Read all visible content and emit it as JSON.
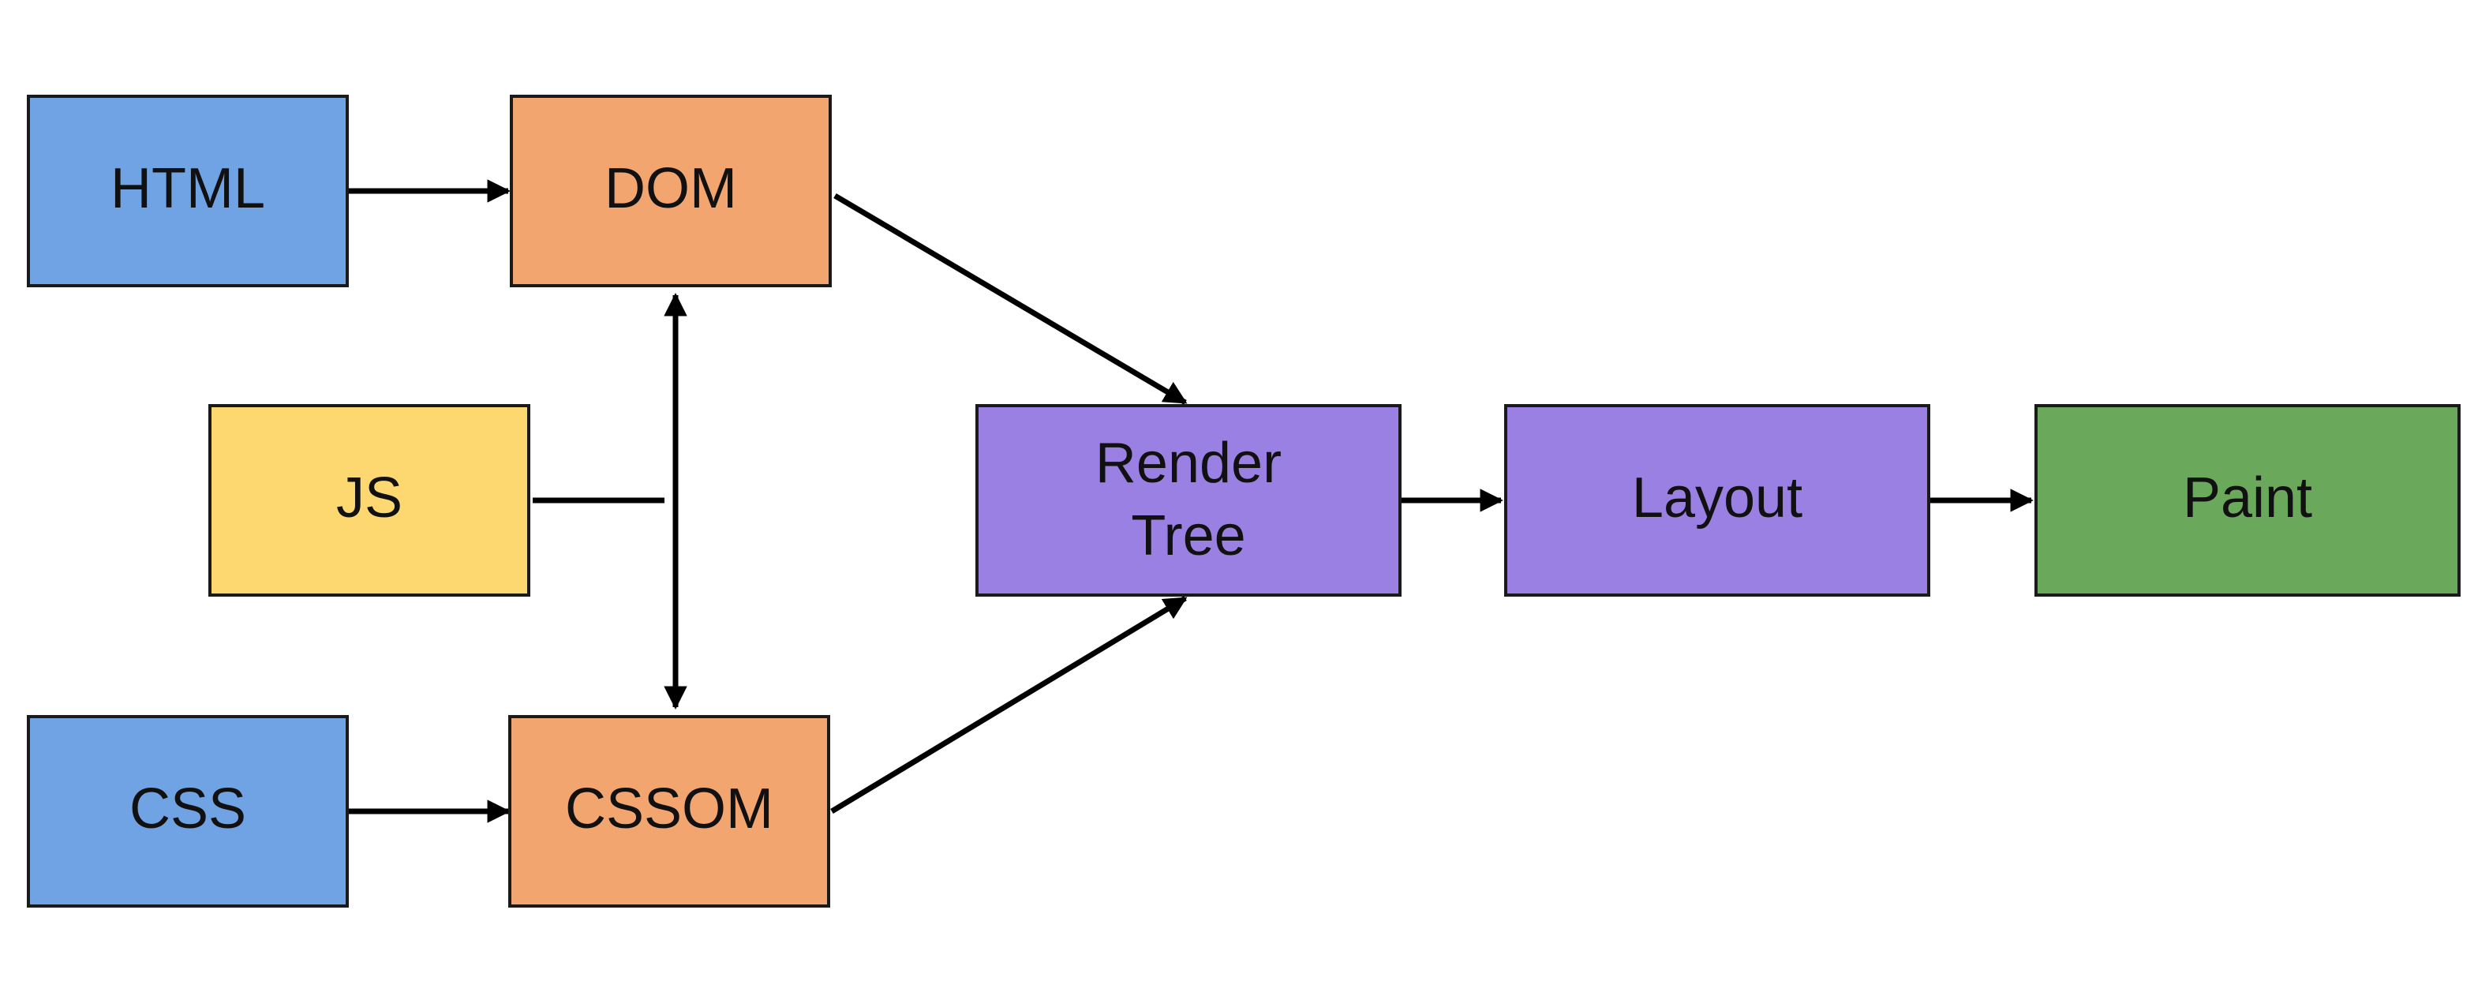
{
  "diagram": {
    "colors": {
      "source": "#6fa3e3",
      "model": "#f3a56f",
      "script": "#fdd76f",
      "render": "#9a80e3",
      "paint": "#6aa85b",
      "stroke": "#1a1a1a",
      "arrow": "#000000"
    },
    "nodes": {
      "html": {
        "label": "HTML",
        "role": "source"
      },
      "dom": {
        "label": "DOM",
        "role": "model"
      },
      "js": {
        "label": "JS",
        "role": "script"
      },
      "css": {
        "label": "CSS",
        "role": "source"
      },
      "cssom": {
        "label": "CSSOM",
        "role": "model"
      },
      "render_tree": {
        "label_line1": "Render",
        "label_line2": "Tree",
        "role": "render"
      },
      "layout": {
        "label": "Layout",
        "role": "render"
      },
      "paint": {
        "label": "Paint",
        "role": "paint"
      }
    },
    "edges": [
      {
        "from": "html",
        "to": "dom",
        "type": "arrow"
      },
      {
        "from": "css",
        "to": "cssom",
        "type": "arrow"
      },
      {
        "from": "dom",
        "to": "cssom",
        "type": "bidirectional-arrow"
      },
      {
        "from": "js",
        "to": "dom-cssom-link",
        "type": "line"
      },
      {
        "from": "dom",
        "to": "render_tree",
        "type": "arrow"
      },
      {
        "from": "cssom",
        "to": "render_tree",
        "type": "arrow"
      },
      {
        "from": "render_tree",
        "to": "layout",
        "type": "arrow"
      },
      {
        "from": "layout",
        "to": "paint",
        "type": "arrow"
      }
    ]
  }
}
